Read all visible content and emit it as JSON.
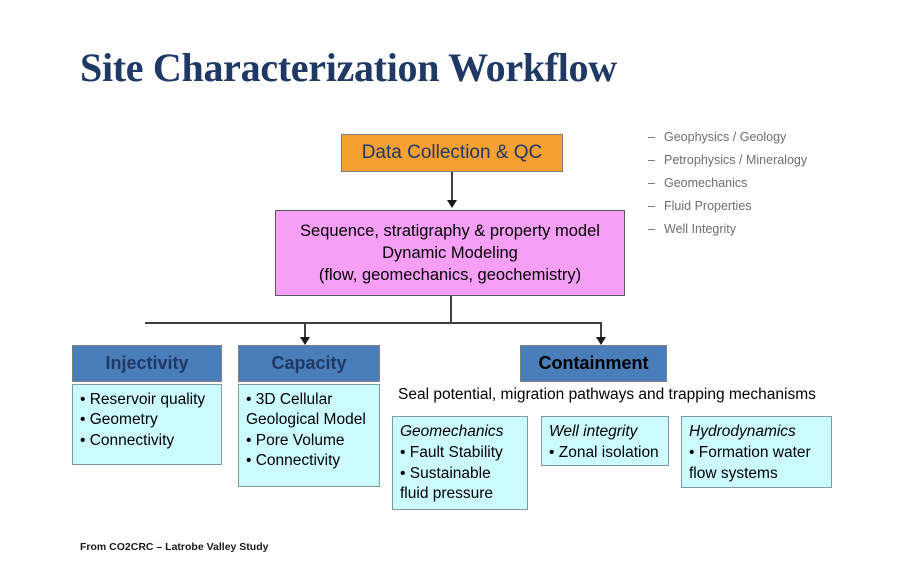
{
  "title": "Site Characterization Workflow",
  "nodes": {
    "data_collection": "Data Collection & QC",
    "modeling": {
      "line1": "Sequence, stratigraphy & property model",
      "line2": "Dynamic Modeling",
      "line3": "(flow, geomechanics, geochemistry)"
    }
  },
  "data_types": [
    {
      "mark": "–",
      "label": "Geophysics / Geology"
    },
    {
      "mark": "–",
      "label": "Petrophysics / Mineralogy"
    },
    {
      "mark": "–",
      "label": "Geomechanics"
    },
    {
      "mark": "–",
      "label": "Fluid Properties"
    },
    {
      "mark": "–",
      "label": "Well Integrity"
    }
  ],
  "pillars": {
    "injectivity": {
      "header": "Injectivity",
      "items": [
        "• Reservoir quality",
        "• Geometry",
        "• Connectivity"
      ]
    },
    "capacity": {
      "header": "Capacity",
      "items": [
        "• 3D Cellular\nGeological Model",
        "• Pore Volume",
        "• Connectivity"
      ]
    },
    "containment": {
      "header": "Containment",
      "caption": "Seal potential, migration pathways and trapping mechanisms",
      "sub_boxes": [
        {
          "title": "Geomechanics",
          "items": [
            "• Fault Stability",
            "• Sustainable\nfluid pressure"
          ]
        },
        {
          "title": "Well integrity",
          "items": [
            "• Zonal isolation"
          ]
        },
        {
          "title": "Hydrodynamics",
          "items": [
            "• Formation water\nflow systems"
          ]
        }
      ]
    }
  },
  "footer": "From CO2CRC – Latrobe Valley Study",
  "colors": {
    "title": "#1F3864",
    "orange": "#F5A030",
    "pink": "#F79EF7",
    "blue": "#4A7EBB",
    "cyan": "#CCFBFF",
    "dash_text": "#6E6E6E"
  }
}
